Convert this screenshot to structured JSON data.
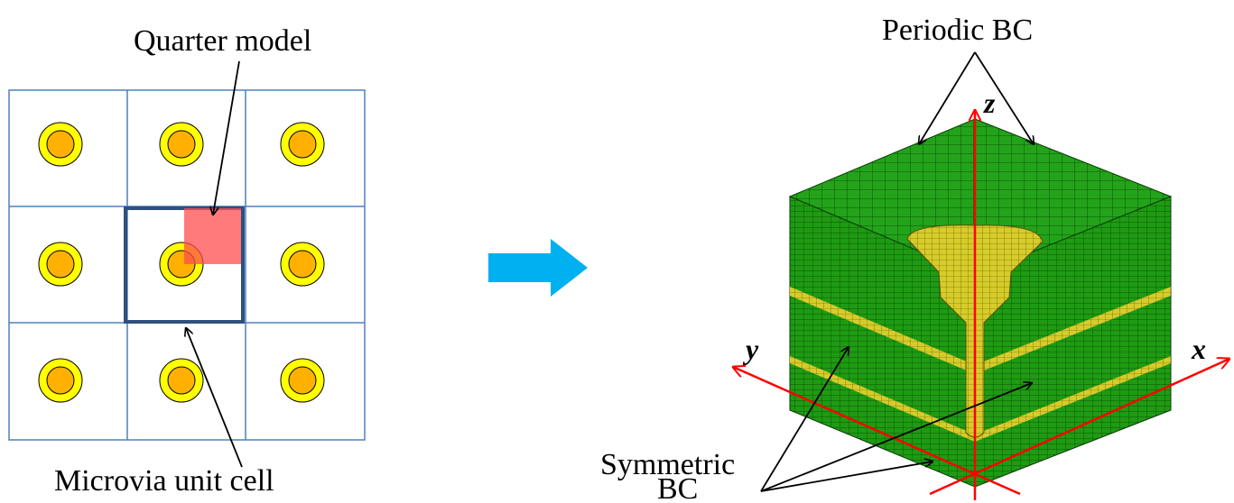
{
  "labels": {
    "quarter_model": "Quarter model",
    "unit_cell": "Microvia unit cell",
    "periodic_bc": "Periodic BC",
    "symmetric_line1": "Symmetric",
    "symmetric_line2": "BC"
  },
  "axes": {
    "x": "x",
    "y": "y",
    "z": "z"
  },
  "colors": {
    "grid_line": "#4f81bd",
    "unit_cell_border": "#2f4f7f",
    "pad_ring": "#ffff00",
    "via_core": "#ffb000",
    "quarter_highlight": "#ff6666",
    "arrow": "#00b0f0",
    "mesh_green": "#1e9b12",
    "mesh_yellow": "#d6cc2a",
    "axis_red": "#ff0000"
  },
  "grid": {
    "rows": 3,
    "cols": 3,
    "unit_cell_position": "center"
  }
}
